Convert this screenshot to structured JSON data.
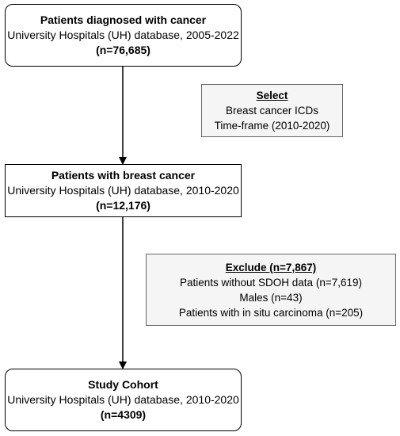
{
  "boxes": {
    "diagnosed": {
      "title": "Patients diagnosed with cancer",
      "subtitle": "University Hospitals (UH) database, 2005-2022",
      "count": "(n=76,685)"
    },
    "breast": {
      "title": "Patients with breast cancer",
      "subtitle": "University Hospitals (UH) database, 2010-2020",
      "count": "(n=12,176)"
    },
    "cohort": {
      "title": "Study Cohort",
      "subtitle": "University Hospitals (UH) database, 2010-2020",
      "count": "(n=4309)"
    }
  },
  "select_note": {
    "heading": "Select",
    "lines": [
      "Breast cancer ICDs",
      "Time-frame (2010-2020)"
    ]
  },
  "exclude_note": {
    "heading": "Exclude (n=7,867)",
    "lines": [
      "Patients without SDOH data (n=7,619)",
      "Males (n=43)",
      "Patients with in situ carcinoma (n=205)"
    ]
  },
  "colors": {
    "box_border": "#000000",
    "note_fill": "#f5f5f5",
    "note_border": "#666666",
    "arrow": "#000000"
  }
}
